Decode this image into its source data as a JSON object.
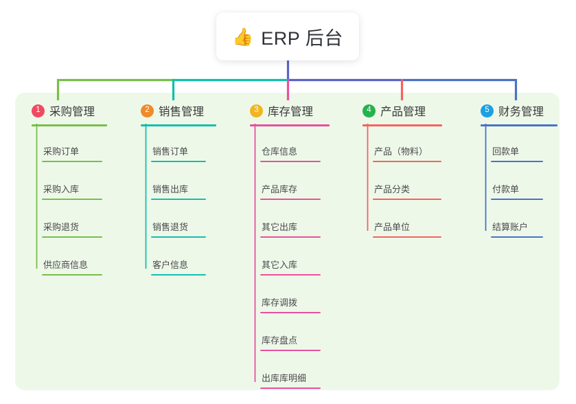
{
  "diagram": {
    "type": "mindmap-tree",
    "root": {
      "icon": "thumbs-up-emoji",
      "emoji": "👍",
      "title": "ERP 后台"
    },
    "panel_color": "#eef8e9",
    "stem_color": "#5a63c8",
    "branches": [
      {
        "number": "1",
        "title": "采购管理",
        "color": "#77bf4a",
        "badge_color": "#f04a63",
        "items": [
          "采购订单",
          "采购入库",
          "采购退货",
          "供应商信息"
        ]
      },
      {
        "number": "2",
        "title": "销售管理",
        "color": "#12bfae",
        "badge_color": "#f08a2a",
        "items": [
          "销售订单",
          "销售出库",
          "销售退货",
          "客户信息"
        ]
      },
      {
        "number": "3",
        "title": "库存管理",
        "color": "#e8509e",
        "badge_color": "#f2b522",
        "items": [
          "仓库信息",
          "产品库存",
          "其它出库",
          "其它入库",
          "库存调拨",
          "库存盘点",
          "出库库明细"
        ]
      },
      {
        "number": "4",
        "title": "产品管理",
        "color": "#f4625e",
        "badge_color": "#23b24b",
        "items": [
          "产品（物料）",
          "产品分类",
          "产品单位"
        ]
      },
      {
        "number": "5",
        "title": "财务管理",
        "color": "#4a72c8",
        "badge_color": "#1ba0e2",
        "items": [
          "回款单",
          "付款单",
          "结算账户"
        ]
      }
    ]
  }
}
